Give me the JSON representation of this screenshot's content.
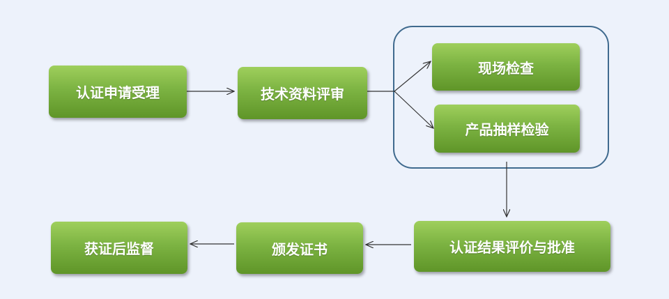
{
  "nodes": {
    "application": "认证申请受理",
    "doc_review": "技术资料评审",
    "site_inspection": "现场检查",
    "product_sampling": "产品抽样检验",
    "evaluation": "认证结果评价与批准",
    "issue_cert": "颁发证书",
    "supervision": "获证后监督"
  },
  "colors": {
    "background": "#edf2fb",
    "node_green": "#7cb342",
    "group_border": "#3f6a8e",
    "arrow": "#333333"
  }
}
